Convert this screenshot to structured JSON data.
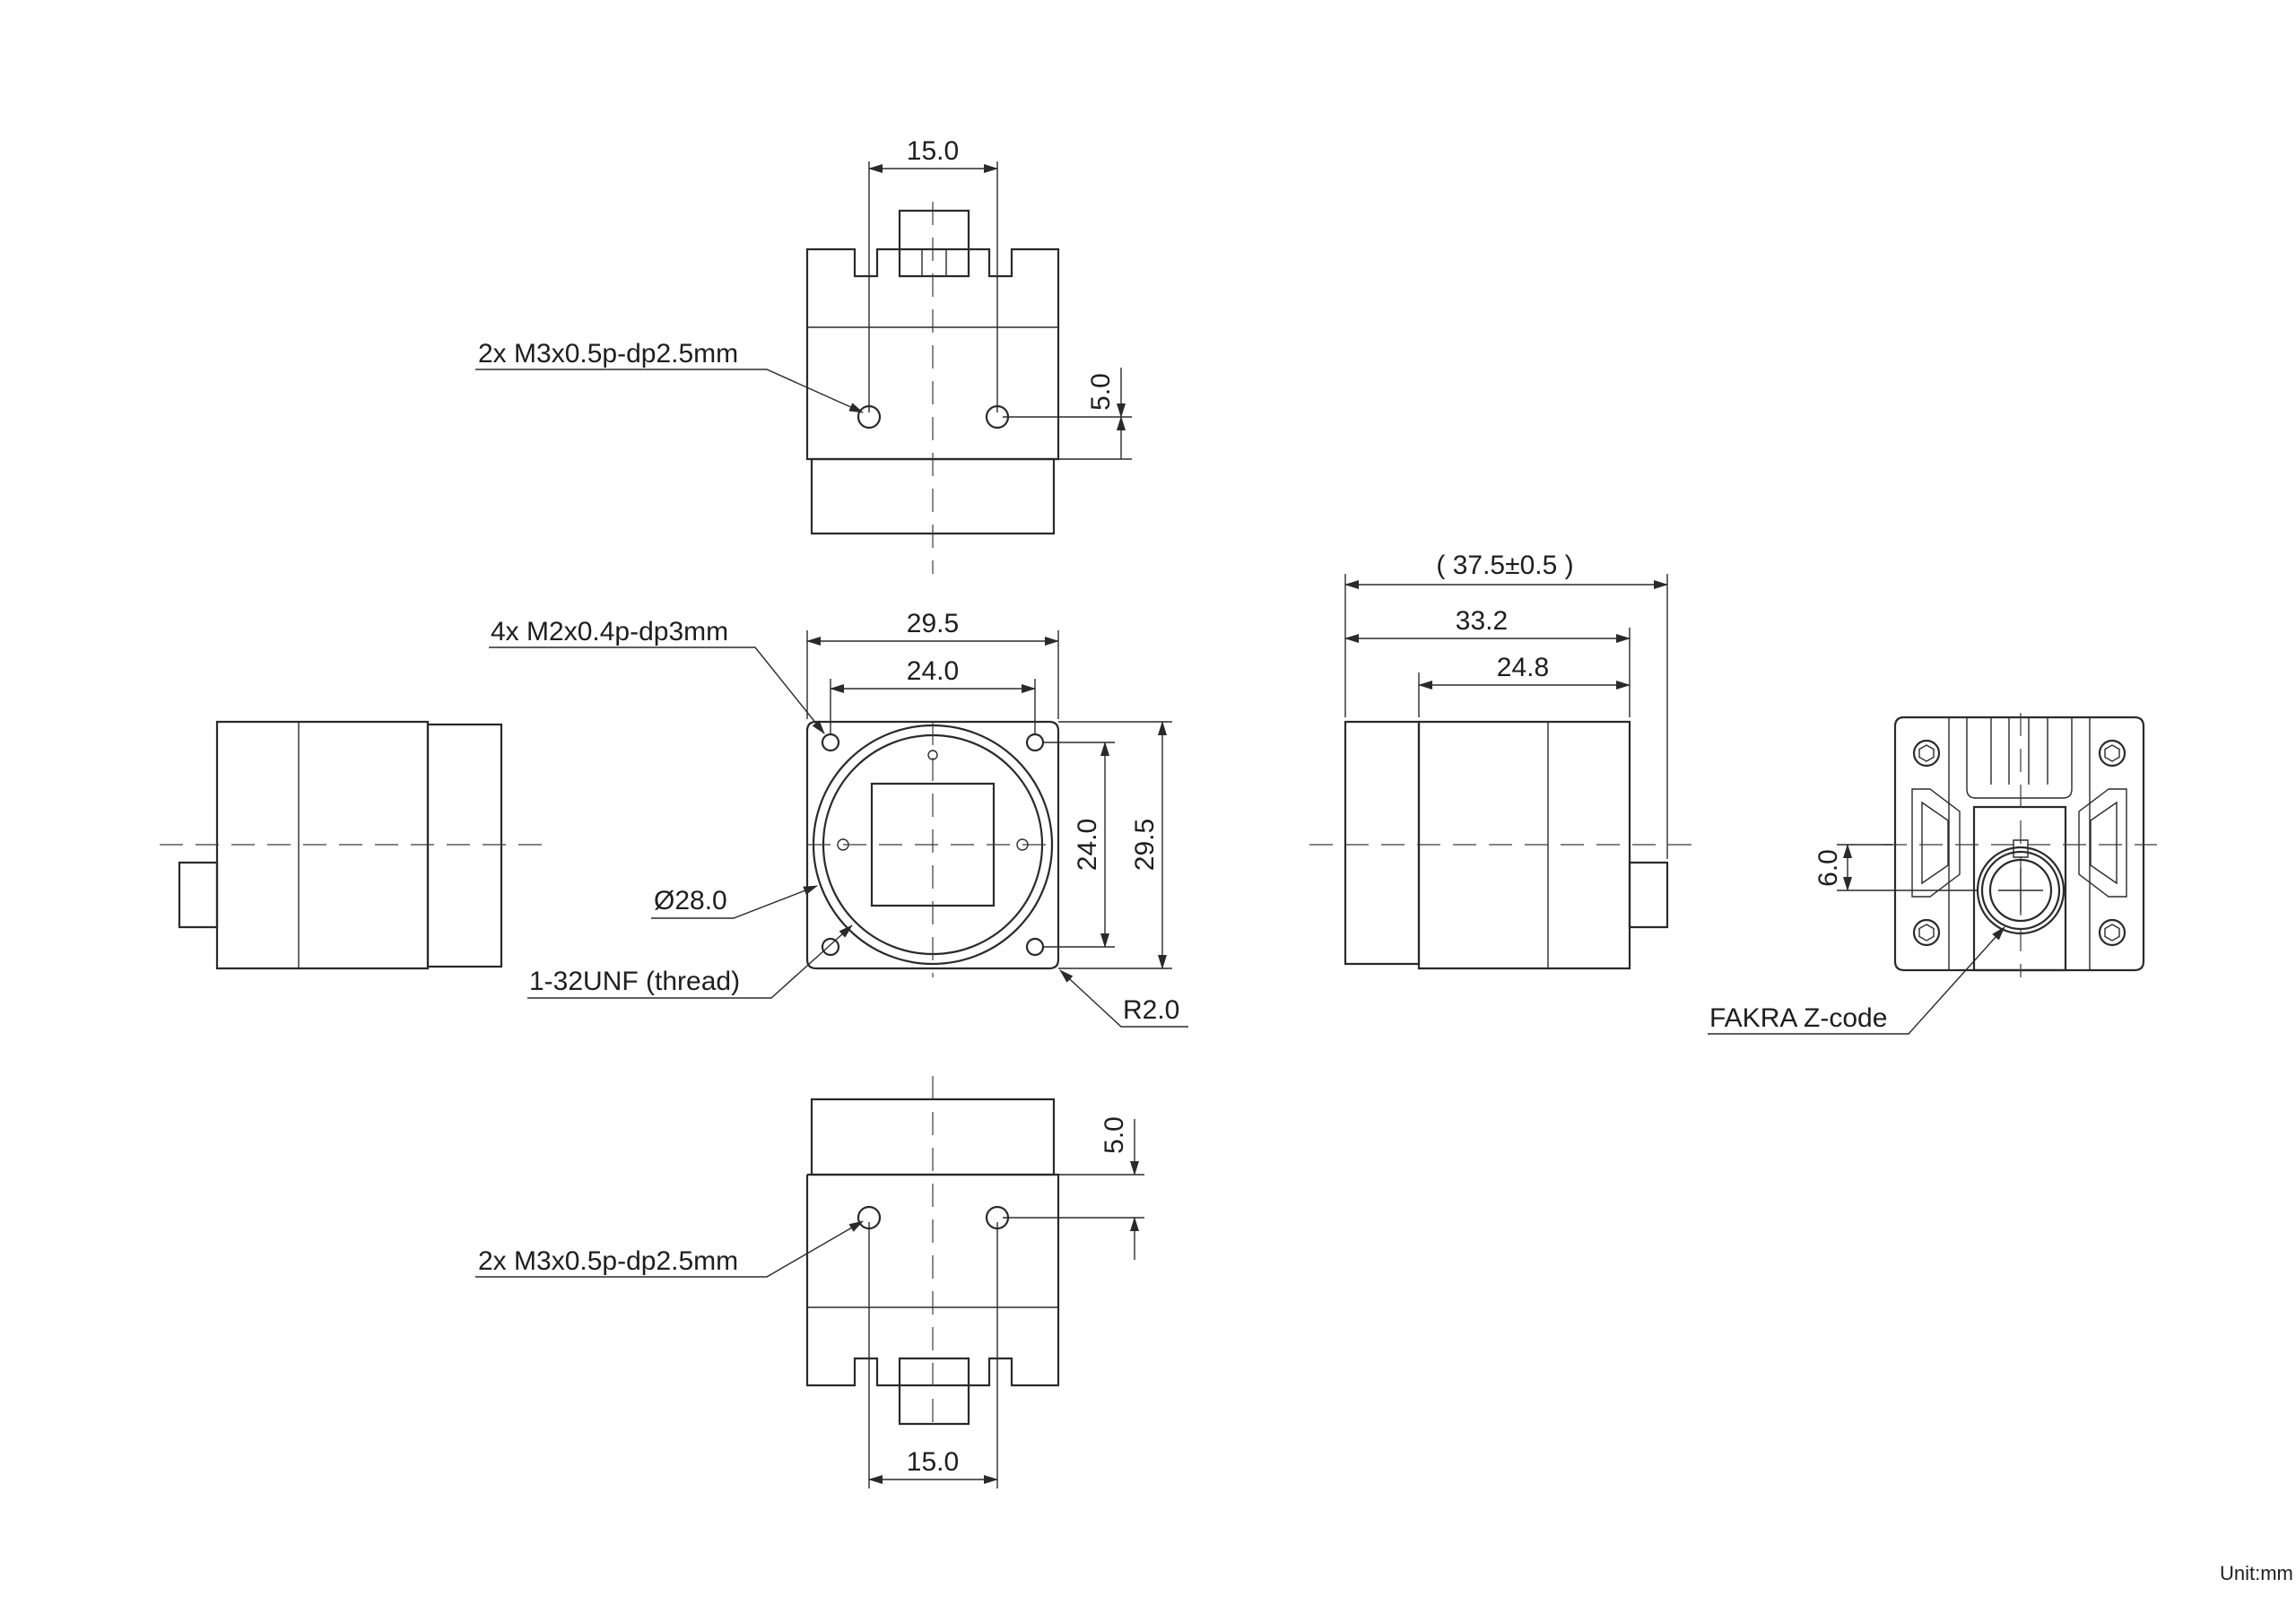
{
  "unit_label": "Unit:mm",
  "top_view": {
    "width_dim": "15.0",
    "hole_note": "2x M3x0.5p-dp2.5mm",
    "offset_dim": "5.0"
  },
  "front_view": {
    "hole_note": "4x M2x0.4p-dp3mm",
    "outer_width_dim": "29.5",
    "hole_pitch_dim": "24.0",
    "hole_pitch_vertical_dim": "24.0",
    "outer_height_dim": "29.5",
    "diameter_note": "Ø28.0",
    "thread_note": "1-32UNF (thread)",
    "radius_note": "R2.0"
  },
  "bottom_view": {
    "offset_dim": "5.0",
    "hole_note": "2x M3x0.5p-dp2.5mm",
    "width_dim": "15.0"
  },
  "side_view": {
    "overall_length_dim": "( 37.5±0.5 )",
    "body_length_dim": "33.2",
    "rear_section_dim": "24.8"
  },
  "rear_view": {
    "connector_offset_dim": "6.0",
    "connector_note": "FAKRA Z-code"
  }
}
